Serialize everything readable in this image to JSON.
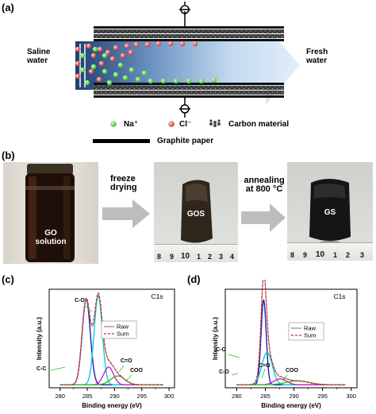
{
  "panel_a": {
    "label": "(a)",
    "inlet": "Saline\nwater",
    "outlet": "Fresh\nwater",
    "legend": {
      "na": "Na⁺",
      "cl": "Cl⁻",
      "carbon": "Carbon material",
      "graphite": "Graphite paper"
    },
    "colors": {
      "na": "#4fdc3e",
      "cl": "#ea4c4c",
      "arrow_dark": "#1f3f72",
      "arrow_light": "#cfe3f5"
    }
  },
  "panel_b": {
    "label": "(b)",
    "photo1_text": "GO\nsolution",
    "step1": "freeze\ndrying",
    "photo2_text": "GOS",
    "step2": "annealing\nat 800 °C",
    "photo3_text": "GS",
    "ruler2": [
      "8",
      "9",
      "10",
      "1",
      "2",
      "3",
      "4"
    ],
    "ruler3": [
      "8",
      "9",
      "10",
      "1",
      "2",
      "3"
    ]
  },
  "panel_c": {
    "label": "(c)"
  },
  "panel_d": {
    "label": "(d)"
  },
  "chart_data": [
    {
      "type": "line",
      "panel": "c",
      "title": "C1s",
      "xlabel": "Binding energy (eV)",
      "ylabel": "Intensity (a.u.)",
      "xlim": [
        278,
        301
      ],
      "xticks": [
        280,
        285,
        290,
        295,
        300
      ],
      "ylim": [
        0,
        1
      ],
      "legend": [
        "Raw",
        "Sum"
      ],
      "annotations": [
        "C-C",
        "C-O",
        "C=O",
        "COO"
      ],
      "peaks": [
        {
          "name": "C-C",
          "center": 284.8,
          "height": 0.87,
          "width": 0.75,
          "color": "#1f1fb4"
        },
        {
          "name": "C-O",
          "center": 287.0,
          "height": 0.9,
          "width": 0.75,
          "color": "#15c8d8"
        },
        {
          "name": "C=O",
          "center": 288.9,
          "height": 0.18,
          "width": 0.9,
          "color": "#d21cd2"
        },
        {
          "name": "COO",
          "center": 290.6,
          "height": 0.09,
          "width": 1.3,
          "color": "#2bbf2b"
        }
      ],
      "baseline": 0.03,
      "sum_color": "#e02020",
      "raw_color": "#888888"
    },
    {
      "type": "line",
      "panel": "d",
      "title": "C1s",
      "xlabel": "Binding energy (eV)",
      "ylabel": "Intensity (a.u.)",
      "xlim": [
        278,
        301
      ],
      "xticks": [
        280,
        285,
        290,
        295,
        300
      ],
      "ylim": [
        0,
        1
      ],
      "legend": [
        "Raw",
        "Sum"
      ],
      "annotations": [
        "C-C",
        "C-O",
        "C=O",
        "COO"
      ],
      "peaks": [
        {
          "name": "C-C",
          "center": 284.7,
          "height": 0.86,
          "width": 0.45,
          "color": "#1f1fb4"
        },
        {
          "name": "C-O",
          "center": 285.3,
          "height": 0.33,
          "width": 0.9,
          "color": "#15c8d8"
        },
        {
          "name": "C=O",
          "center": 287.6,
          "height": 0.06,
          "width": 1.1,
          "color": "#d21cd2"
        },
        {
          "name": "COO",
          "center": 290.6,
          "height": 0.04,
          "width": 2.0,
          "color": "#2bbf2b"
        }
      ],
      "baseline": 0.03,
      "sum_color": "#e02020",
      "raw_color": "#888888"
    }
  ]
}
